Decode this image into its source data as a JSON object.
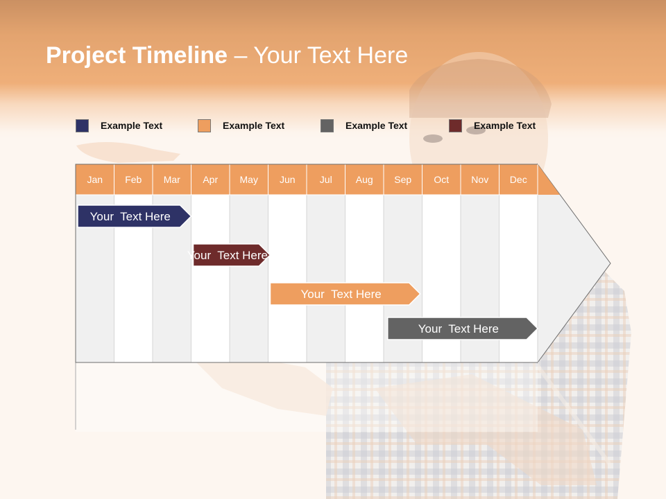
{
  "slide": {
    "title_bold": "Project Timeline",
    "title_rest": " – Your Text Here"
  },
  "legend": [
    {
      "label": "Example Text",
      "color": "#2e3266"
    },
    {
      "label": "Example Text",
      "color": "#ee9e5f"
    },
    {
      "label": "Example Text",
      "color": "#636363"
    },
    {
      "label": "Example Text",
      "color": "#6e2b2b"
    }
  ],
  "timeline": {
    "months": [
      "Jan",
      "Feb",
      "Mar",
      "Apr",
      "May",
      "Jun",
      "Jul",
      "Aug",
      "Sep",
      "Oct",
      "Nov",
      "Dec"
    ],
    "header_color": "#ee9e5f",
    "tasks": [
      {
        "label": "Your  Text Here",
        "start": 0,
        "end": 3.0,
        "color": "#2e3266"
      },
      {
        "label": "Your  Text Here",
        "start": 3.0,
        "end": 5.05,
        "color": "#6e2b2b"
      },
      {
        "label": "Your  Text Here",
        "start": 5.0,
        "end": 8.95,
        "color": "#ee9e5f"
      },
      {
        "label": "Your  Text Here",
        "start": 8.05,
        "end": 12.0,
        "color": "#636363"
      }
    ]
  }
}
